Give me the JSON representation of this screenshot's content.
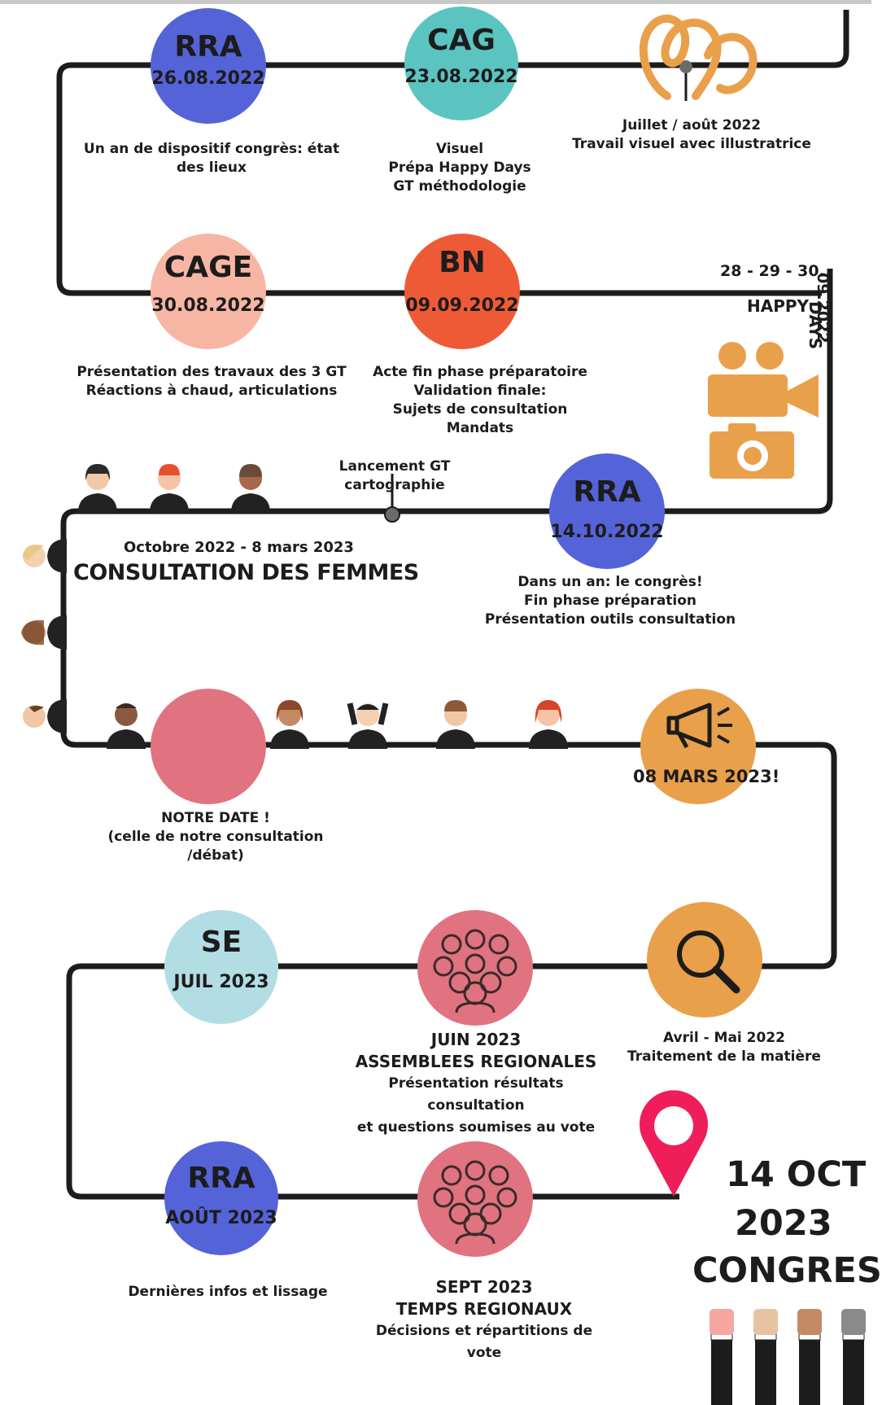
{
  "colors": {
    "blue": "#5563d8",
    "teal": "#5bc4c0",
    "peach": "#f7b6a4",
    "red": "#ef5a36",
    "orange": "#e9a04a",
    "pink": "#e0737f",
    "lightblue": "#b3dde5",
    "darkline": "#1c1c1c",
    "pin": "#ef1d5a"
  },
  "events": [
    {
      "title": "RRA",
      "date": "26.08.2022",
      "caption": [
        "Un an de dispositif congrès: état",
        "des lieux"
      ]
    },
    {
      "title": "CAG",
      "date": "23.08.2022",
      "caption": [
        "Visuel",
        "Prépa Happy Days",
        "GT méthodologie"
      ]
    },
    {
      "title": "",
      "date": "",
      "caption": [
        "Juillet / août 2022",
        "Travail visuel avec illustratrice"
      ]
    },
    {
      "title": "CAGE",
      "date": "30.08.2022",
      "caption": [
        "Présentation des travaux des 3 GT",
        "Réactions à chaud, articulations"
      ]
    },
    {
      "title": "BN",
      "date": "09.09.2022",
      "caption": [
        "Acte fin phase préparatoire",
        "Validation finale:",
        "Sujets de consultation",
        "Mandats"
      ]
    },
    {
      "title": "RRA",
      "date": "14.10.2022",
      "caption": [
        "Dans un an: le congrès!",
        "Fin phase préparation",
        "Présentation outils consultation"
      ]
    },
    {
      "title": "",
      "date": "",
      "caption": [
        "NOTRE DATE !",
        "(celle de notre consultation /débat)"
      ]
    },
    {
      "title": "",
      "date": "08 MARS 2023!",
      "caption": []
    },
    {
      "title": "SE",
      "date": "JUIL 2023",
      "caption": []
    },
    {
      "title": "",
      "date": "",
      "caption": [
        "JUIN 2023",
        "ASSEMBLEES REGIONALES",
        "Présentation résultats consultation",
        "et questions soumises au vote"
      ]
    },
    {
      "title": "",
      "date": "",
      "caption": [
        "Avril - Mai 2022",
        "Traitement de la matière"
      ]
    },
    {
      "title": "RRA",
      "date": "AOÛT 2023",
      "caption": [
        "Dernières infos et lissage"
      ]
    },
    {
      "title": "",
      "date": "",
      "caption": [
        "SEPT 2023",
        "TEMPS REGIONAUX",
        "Décisions et répartitions de vote"
      ]
    }
  ],
  "happy_days": {
    "dates": "28 - 29 - 30.",
    "year": "09.2022",
    "word1": "HAPPY",
    "word2": "DAYS"
  },
  "gt_label": "Lancement GT cartographie",
  "consultation": {
    "period": "Octobre 2022 - 8 mars 2023",
    "title": "CONSULTATION DES FEMMES"
  },
  "final": {
    "line1": "14 OCT",
    "line2": "2023",
    "line3": "CONGRES"
  }
}
